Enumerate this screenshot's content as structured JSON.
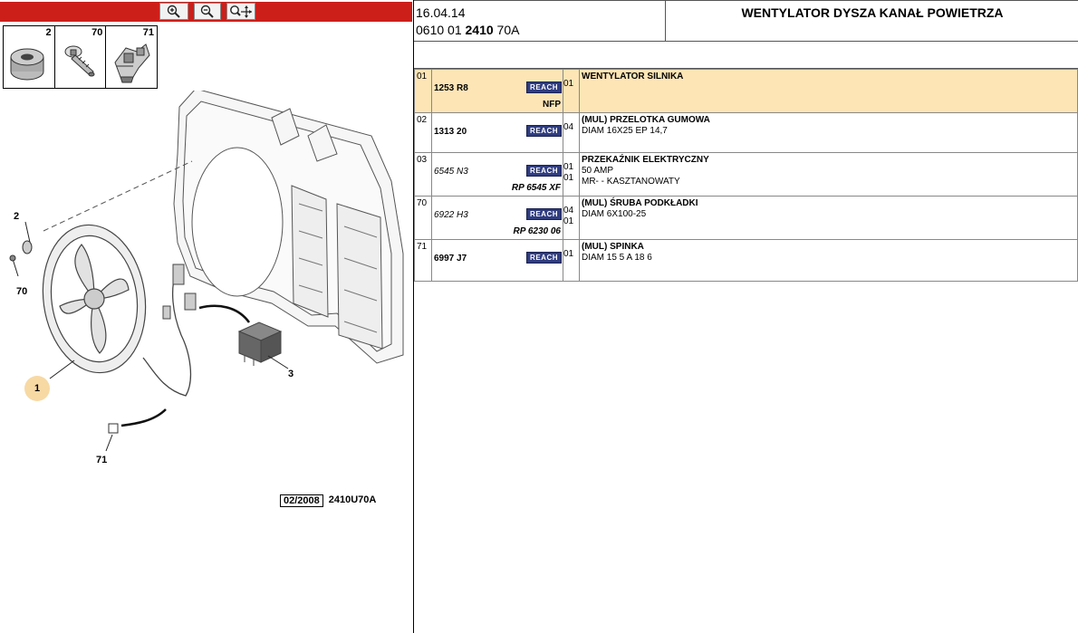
{
  "toolbar": {
    "zoom_in_icon": "zoom-in-icon",
    "zoom_out_icon": "zoom-out-icon",
    "zoom_fit_icon": "zoom-fit-icon",
    "accent_color": "#cc1f1a"
  },
  "thumbnails": [
    {
      "num": "2",
      "icon": "rubber-grommet-icon"
    },
    {
      "num": "70",
      "icon": "washer-screw-icon"
    },
    {
      "num": "71",
      "icon": "clip-icon"
    }
  ],
  "callouts": {
    "c1": "1",
    "c2": "2",
    "c3": "3",
    "c70": "70",
    "c71": "71"
  },
  "diagram_footer": {
    "date": "02/2008",
    "code": "2410U70A"
  },
  "header": {
    "date": "16.04.14",
    "code_prefix": "0610 01 ",
    "code_bold": "2410",
    "code_suffix": " 70A",
    "title": "WENTYLATOR DYSZA KANAŁ POWIETRZA"
  },
  "parts": [
    {
      "item": "01",
      "ref": "1253 R8",
      "ref_style": "b",
      "badge": "REACH",
      "sub": "NFP",
      "sub_style": "n",
      "qty": [
        "01"
      ],
      "title": "WENTYLATOR SILNIKA",
      "lines": [],
      "highlight": true
    },
    {
      "item": "02",
      "ref": "1313 20",
      "ref_style": "b",
      "badge": "REACH",
      "sub": "",
      "sub_style": "",
      "qty": [
        "04"
      ],
      "title": "(MUL) PRZELOTKA GUMOWA",
      "lines": [
        "DIAM 16X25 EP 14,7"
      ],
      "highlight": false
    },
    {
      "item": "03",
      "ref": "6545 N3",
      "ref_style": "i",
      "badge": "REACH",
      "sub": "RP 6545 XF",
      "sub_style": "",
      "qty": [
        "01",
        "01"
      ],
      "title": "PRZEKAŹNIK ELEKTRYCZNY",
      "lines": [
        "50 AMP",
        "MR- - KASZTANOWATY"
      ],
      "highlight": false
    },
    {
      "item": "70",
      "ref": "6922 H3",
      "ref_style": "i",
      "badge": "REACH",
      "sub": "RP 6230 06",
      "sub_style": "",
      "qty": [
        "04",
        "01"
      ],
      "title": "(MUL) ŚRUBA PODKŁADKI",
      "lines": [
        "DIAM 6X100-25"
      ],
      "highlight": false
    },
    {
      "item": "71",
      "ref": "6997 J7",
      "ref_style": "b",
      "badge": "REACH",
      "sub": "",
      "sub_style": "",
      "qty": [
        "01"
      ],
      "title": "(MUL) SPINKA",
      "lines": [
        "DIAM 15 5 A 18 6"
      ],
      "highlight": false
    }
  ]
}
